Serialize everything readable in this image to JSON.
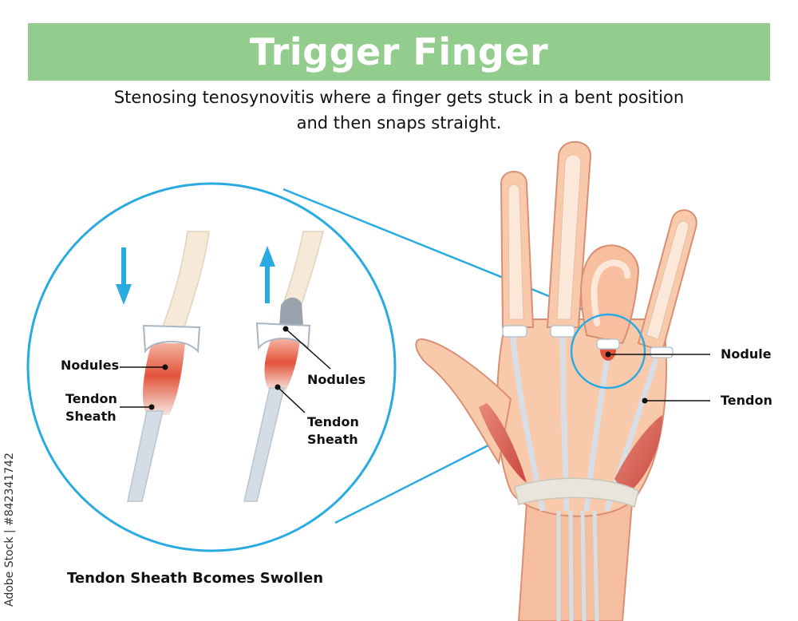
{
  "title": "Trigger Finger",
  "subtitle": {
    "line1": "Stenosing tenosynovitis where a finger gets stuck in a bent position",
    "line2": "and then snaps straight."
  },
  "zoom_labels": {
    "left_nodules": "Nodules",
    "left_sheath_1": "Tendon",
    "left_sheath_2": "Sheath",
    "right_nodules": "Nodules",
    "right_sheath_1": "Tendon",
    "right_sheath_2": "Sheath"
  },
  "hand_labels": {
    "nodule": "Nodule",
    "tendon": "Tendon"
  },
  "caption": "Tendon Sheath Bcomes Swollen",
  "watermark": "Adobe Stock | #842341742",
  "icons": {
    "down_arrow": "arrow-down-icon",
    "up_arrow": "arrow-up-icon"
  },
  "colors": {
    "banner": "#93cd8e",
    "zoom_circle": "#29abe2",
    "skin": "#f9c9ab",
    "nodule": "#e2533a"
  }
}
